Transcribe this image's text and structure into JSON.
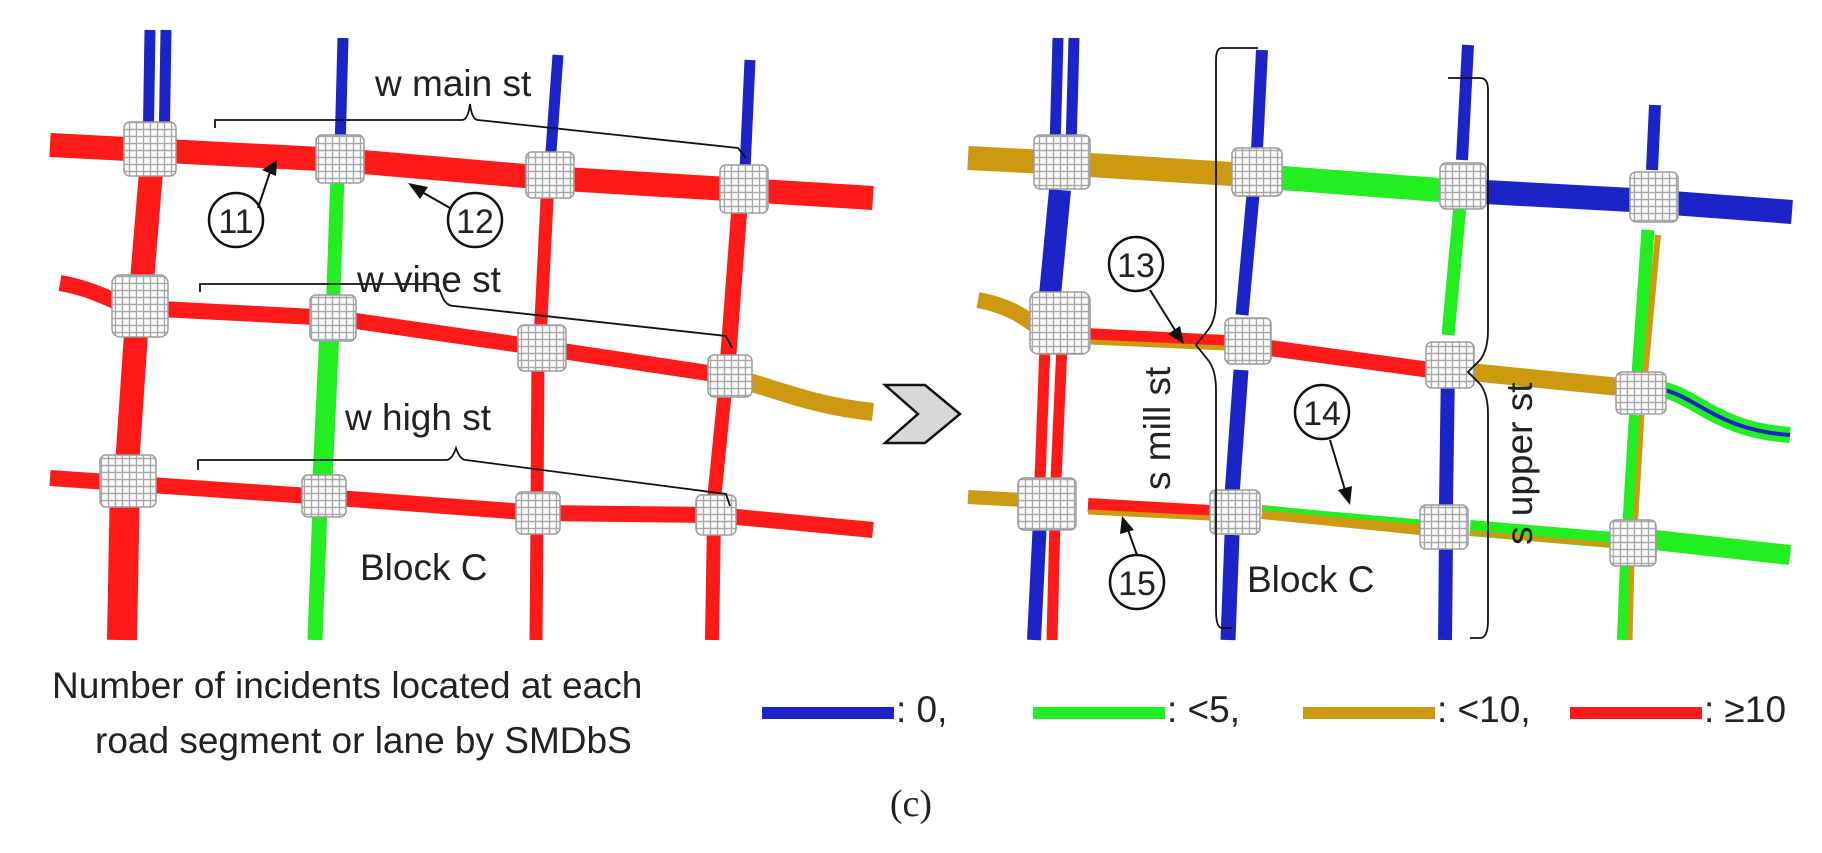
{
  "colors": {
    "zero": "#1c24c8",
    "lt5": "#22ee22",
    "lt10": "#cc9910",
    "ge10": "#ff1a1a",
    "intersection": "#b9b9b9"
  },
  "left_panel": {
    "street_labels": [
      "w main st",
      "w vine st",
      "w high st"
    ],
    "block_label": "Block C",
    "callouts": [
      "11",
      "12"
    ]
  },
  "right_panel": {
    "street_labels": [
      "s mill st",
      "s upper st"
    ],
    "block_label": "Block C",
    "callouts": [
      "13",
      "14",
      "15"
    ]
  },
  "legend": {
    "title_lines": [
      "Number of incidents located at each",
      "road segment or lane by SMDbS"
    ],
    "items": [
      {
        "label": ": 0,",
        "color": "#1c24c8"
      },
      {
        "label": ": <5,",
        "color": "#22ee22"
      },
      {
        "label": ": <10,",
        "color": "#cc9910"
      },
      {
        "label": ": ≥10",
        "color": "#ff1a1a"
      }
    ]
  },
  "panel_label": "(c)",
  "arrow_icon": "chevron-right-icon"
}
